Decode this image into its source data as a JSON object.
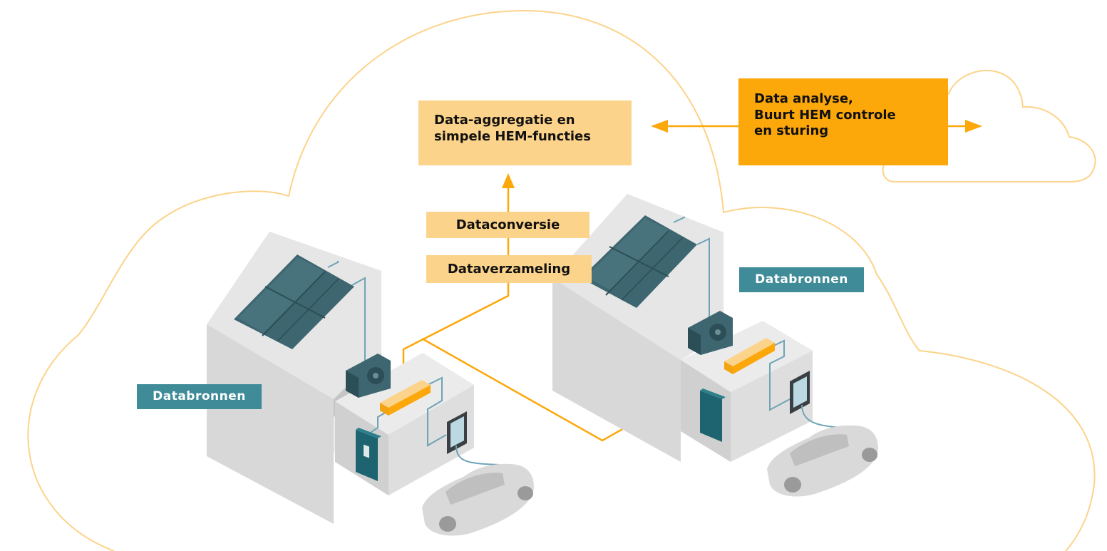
{
  "colors": {
    "cloud_outline": "#fcd38a",
    "accent_orange": "#fca70a",
    "label_light": "#fcd38a",
    "label_teal": "#3f8b98",
    "wire_blue": "#6ea4b5",
    "building_grey": "#d6d6d6",
    "solar_panel": "#3e6670"
  },
  "aggregation_box": {
    "line1": "Data-aggregatie en",
    "line2": "simpele HEM-functies"
  },
  "analysis_box": {
    "line1": "Data analyse,",
    "line2": "Buurt HEM controle",
    "line3": "en sturing"
  },
  "pipeline": {
    "conversion": "Dataconversie",
    "collection": "Dataverzameling"
  },
  "sources": {
    "left_label": "Databronnen",
    "right_label": "Databronnen"
  },
  "icons": [
    "solar-panel-icon",
    "heat-pump-icon",
    "hem-gateway-icon",
    "home-battery-icon",
    "smart-meter-icon",
    "electric-car-icon"
  ]
}
